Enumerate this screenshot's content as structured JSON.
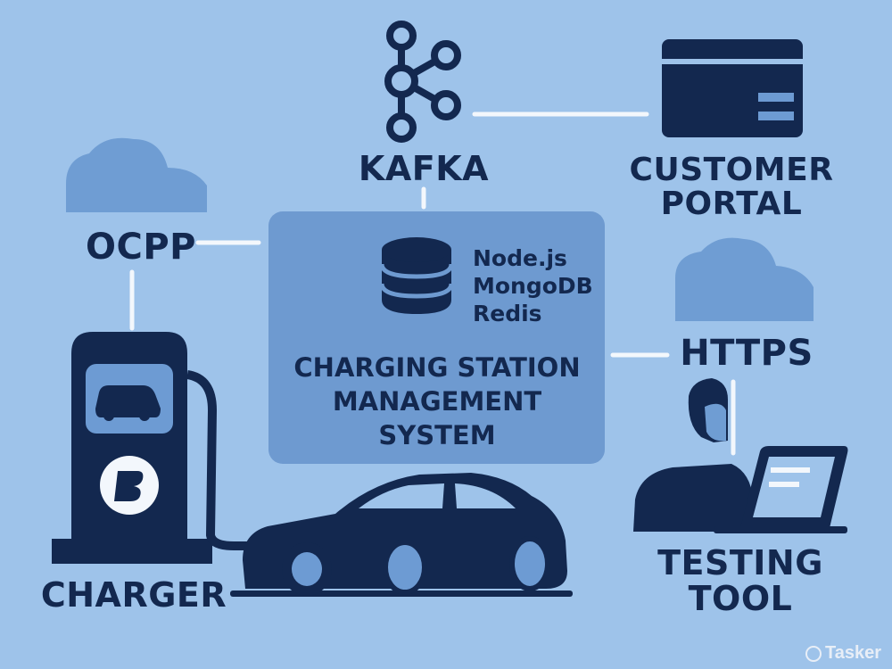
{
  "colors": {
    "background": "#9ec3ea",
    "navy": "#13284f",
    "panel": "#6e9ad0",
    "cloud": "#6f9dd3",
    "connector": "#f3f7fc",
    "accent": "#6d9bd3"
  },
  "icons": {
    "kafka": "kafka-icon",
    "portal": "browser-window-icon",
    "database": "database-icon",
    "charger": "charging-station-icon",
    "car": "car-icon",
    "tester": "person-at-laptop-icon",
    "cloud": "cloud-icon"
  },
  "nodes": {
    "kafka": "KAFKA",
    "customer_portal": [
      "CUSTOMER",
      "PORTAL"
    ],
    "ocpp": "OCPP",
    "https": "HTTPS",
    "charger": "CHARGER",
    "testing_tool": [
      "TESTING",
      "TOOL"
    ]
  },
  "csms": {
    "stack": [
      "Node.js",
      "MongoDB",
      "Redis"
    ],
    "title": [
      "CHARGING STATION",
      "MANAGEMENT",
      "SYSTEM"
    ]
  },
  "brand": "Tasker"
}
